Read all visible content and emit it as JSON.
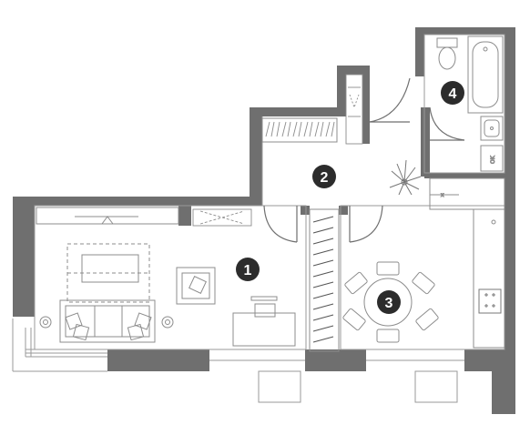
{
  "rooms": [
    {
      "number": "1",
      "type": "living-room"
    },
    {
      "number": "2",
      "type": "hallway"
    },
    {
      "number": "3",
      "type": "kitchen-dining"
    },
    {
      "number": "4",
      "type": "bathroom"
    }
  ],
  "appliances": {
    "oven_label": "OK"
  },
  "colors": {
    "wall": "#6f6f6f",
    "outline": "#9a9a9a",
    "badge": "#2c2c2c",
    "furniture": "#8c8c8c"
  }
}
